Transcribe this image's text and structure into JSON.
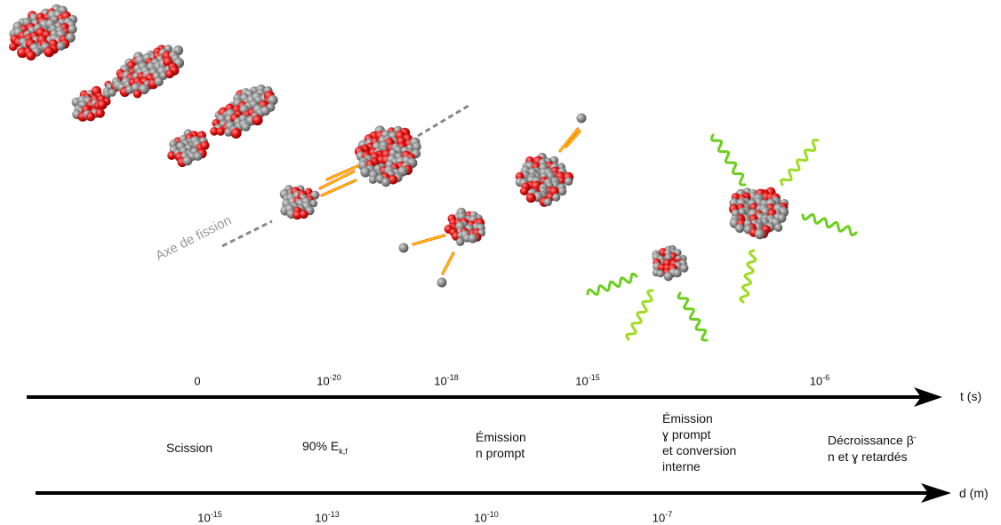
{
  "fission_axis_label": "Axe de fission",
  "time_axis": {
    "title": "t (s)",
    "ticks": [
      {
        "base": "0",
        "exp": ""
      },
      {
        "base": "10",
        "exp": "-20"
      },
      {
        "base": "10",
        "exp": "-18"
      },
      {
        "base": "10",
        "exp": "-15"
      },
      {
        "base": "10",
        "exp": "-6"
      }
    ]
  },
  "distance_axis": {
    "title": "d (m)",
    "ticks": [
      {
        "base": "10",
        "exp": "-15"
      },
      {
        "base": "10",
        "exp": "-13"
      },
      {
        "base": "10",
        "exp": "-10"
      },
      {
        "base": "10",
        "exp": "-7"
      }
    ]
  },
  "phases": {
    "scission": "Scission",
    "energy": {
      "text": "90% E",
      "sub": "k,f"
    },
    "neutron_emission": [
      "Émission",
      "n prompt"
    ],
    "gamma_emission": [
      "Émission",
      "ɣ prompt",
      "et conversion",
      "interne"
    ],
    "beta_decay": {
      "line1": "Décroissance β",
      "sup": "-",
      "line2": "n et ɣ retardés"
    }
  },
  "colors": {
    "nucleon_grey": "#8c8c8c",
    "nucleon_red": "#e01010",
    "gamma_green": "#4cc21a",
    "gamma_yellow": "#e8ea2a",
    "axis": "#000000",
    "fission_axis": "#888888"
  }
}
